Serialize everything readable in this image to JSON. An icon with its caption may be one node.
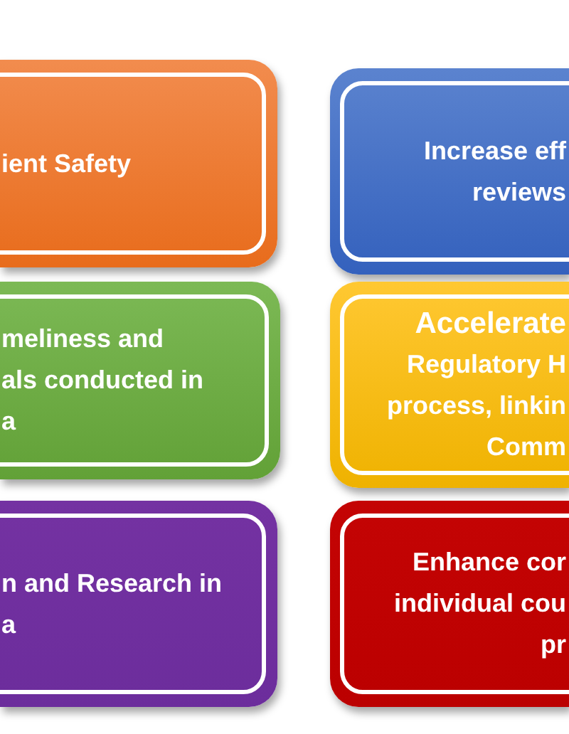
{
  "diagram": {
    "nodes": [
      {
        "text": [
          "ient Safety"
        ]
      },
      {
        "text": [
          "Increase eff reviews"
        ]
      },
      {
        "text": [
          "meliness and als conducted in a"
        ]
      },
      {
        "text": [
          "Accelerate",
          "Regulatory H process, linkin Comm"
        ]
      },
      {
        "text": [
          "n and Research in a"
        ]
      },
      {
        "text": [
          "Enhance cor individual cou pr"
        ]
      }
    ]
  }
}
